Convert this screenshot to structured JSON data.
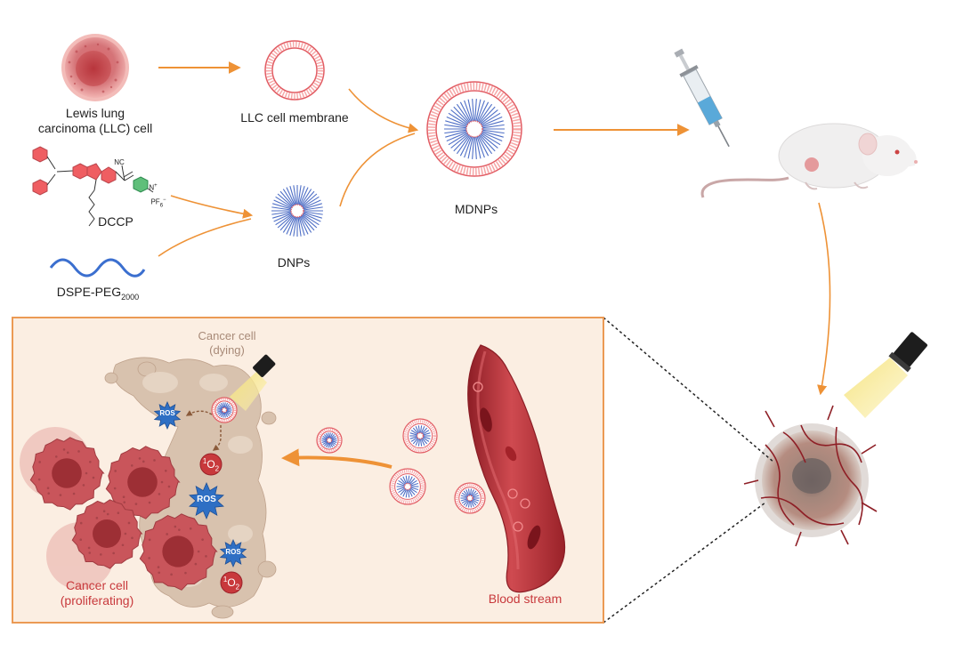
{
  "labels": {
    "llc_cell_l1": "Lewis lung",
    "llc_cell_l2": "carcinoma (LLC) cell",
    "llc_membrane": "LLC cell membrane",
    "dccp": "DCCP",
    "dspe": "DSPE-PEG",
    "dspe_sub": "2000",
    "dnps": "DNPs",
    "mdnps": "MDNPs",
    "dying_l1": "Cancer cell",
    "dying_l2": "(dying)",
    "prolif_l1": "Cancer cell",
    "prolif_l2": "(proliferating)",
    "blood": "Blood stream",
    "ros": "ROS",
    "o2_sup": "1",
    "o2_main": "O",
    "o2_sub": "2"
  },
  "molecule_labels": {
    "nitrile": "NC",
    "counterion": "PF",
    "counterion_sub": "6",
    "counterion_sup": "−",
    "nplus": "N",
    "nplus_sup": "+"
  },
  "colors": {
    "arrow": "#ee9236",
    "membrane": "#f28b8d",
    "membrane_dark": "#e25c63",
    "lipid_blue": "#4f6fc6",
    "panel_bg": "#fbeee2",
    "panel_border": "#eb9a54",
    "cancer_red": "#c8393c",
    "vessel": "#b83238",
    "ros_blue": "#2e6fc4"
  }
}
